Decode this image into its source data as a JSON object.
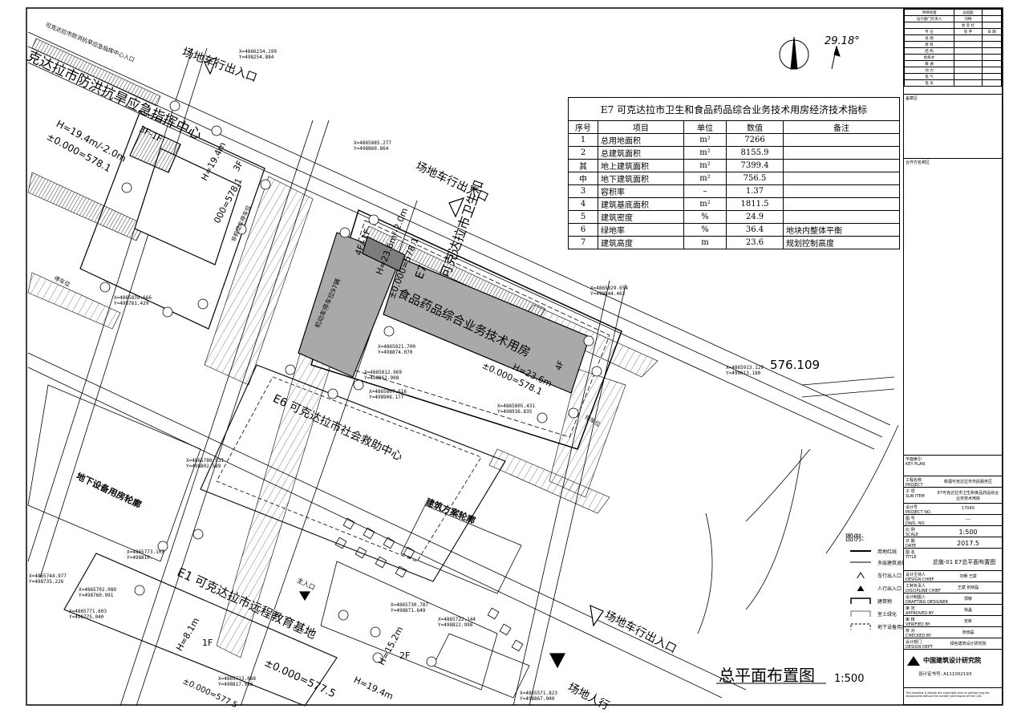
{
  "compass": {
    "angle": "29.18°"
  },
  "indicator_table": {
    "title": "E7 可克达拉市卫生和食品药品综合业务技术用房经济技术指标",
    "headers": [
      "序号",
      "项目",
      "单位",
      "数值",
      "备注"
    ],
    "rows": [
      [
        "1",
        "总用地面积",
        "m²",
        "7266",
        ""
      ],
      [
        "2",
        "总建筑面积",
        "m²",
        "8155.9",
        ""
      ],
      [
        "其",
        "地上建筑面积",
        "m²",
        "7399.4",
        ""
      ],
      [
        "中",
        "地下建筑面积",
        "m²",
        "756.5",
        ""
      ],
      [
        "3",
        "容积率",
        "–",
        "1.37",
        ""
      ],
      [
        "4",
        "建筑基底面积",
        "m²",
        "1811.5",
        ""
      ],
      [
        "5",
        "建筑密度",
        "%",
        "24.9",
        ""
      ],
      [
        "6",
        "绿地率",
        "%",
        "36.4",
        "地块内整体平衡"
      ],
      [
        "7",
        "建筑高度",
        "m",
        "23.6",
        "规划控制高度"
      ]
    ]
  },
  "plan_labels": {
    "entrance_1": "场地车行出入口",
    "entrance_2": "场地车行出入口",
    "entrance_3": "场地车行出入口",
    "entrance_4": "场地人行",
    "bldg_flood": "克达拉市防洪抗旱应急指挥中心",
    "bldg_flood_top": "可克达拉市防洪抗旱应急指挥中心入口",
    "bldg_flood_floors": "3F-1F",
    "bldg_flood_h": "H=19.4m/-2.0m",
    "bldg_flood_level": "±0.000=578.1",
    "bldg_flood_3f": "3F",
    "bldg_flood_h2": "H=19.4m",
    "bldg_flood_level2": "000=578.1",
    "e7_name_1": "可克达拉市卫生和",
    "e7_name_2": "食品药品综合业务技术用房",
    "e7_code": "E7",
    "e7_floors": "4F/-1F",
    "e7_h": "H=23.6m/-2.0m",
    "e7_level": "±0.000=578.1",
    "e7_4f": "4F",
    "e7_h2": "H=23.6m",
    "e7_level2": "±0.000=578.1",
    "e7_parking": "机动车停车位97辆",
    "e6_name": "E6 可克达拉市社会救助中心",
    "e1_name": "E1 可克达拉市远程教育基地",
    "e1_floors": "1F",
    "e1_h": "H=8.1m",
    "e1_level": "±0.000=577.5",
    "e1_level2": "±0.000=577.5",
    "e1_2f": "2F",
    "e1_h2": "H=15.2m",
    "e1_h3": "H=19.4m",
    "underground": "地下设备用房轮廓",
    "build_outline": "建筑方案轮廓",
    "main_entry": "主入口",
    "elev": "576.109",
    "bike": "停车位",
    "bike2": "非机动车停车位",
    "parking1": "停车位"
  },
  "coords": [
    "X=4865885.277\nY=498860.864",
    "X=4865829.654\nY=498844.462",
    "X=4865913.129\nY=499013.180",
    "X=4865805.431\nY=498936.835",
    "X=4865821.700\nY=498874.070",
    "X=4865812.969\nY=498862.908",
    "X=4865807.616\nY=498906.177",
    "X=4865839.666\nY=498781.429",
    "X=4865780.931\nY=498802.589",
    "X=4865730.787\nY=498871.649",
    "X=4865722.144\nY=498822.998",
    "X=4865713.088\nY=498817.916",
    "X=4865773.107\nY=498810.",
    "X=4865771.603\nY=498775.040",
    "X=4865702.080\nY=498760.991",
    "X=4865744.977\nY=498735.226",
    "X=4866234.199\nY=498254.884",
    "X=4865571.823\nY=498867.900"
  ],
  "drawing_title": {
    "text": "总平面布置图",
    "scale": "1:500"
  },
  "legend": {
    "title": "图例:",
    "items": [
      "用地红线",
      "多层建筑退线",
      "车行出入口",
      "人行出入口",
      "建筑物",
      "室土绿化",
      "地下设备用房"
    ]
  },
  "title_block": {
    "top_rows": [
      [
        "项目经理",
        "吴超超",
        ""
      ],
      [
        "设计部门负责人",
        "刘畅",
        ""
      ],
      [
        "",
        "会 签 栏",
        ""
      ],
      [
        "专 业",
        "签 字",
        "日 期"
      ],
      [
        "总 图",
        "",
        ""
      ],
      [
        "建 筑",
        "",
        ""
      ],
      [
        "结 构",
        "",
        ""
      ],
      [
        "给排水",
        "",
        ""
      ],
      [
        "暖 通",
        "",
        ""
      ],
      [
        "动 力",
        "",
        ""
      ],
      [
        "电 气",
        "",
        ""
      ],
      [
        "电 讯",
        "",
        ""
      ]
    ],
    "approval": "盖章区",
    "partner": "合作方名称区",
    "key_plan": "平面索引\nKEY PLAN",
    "project_k": "工程名称\nPROJECT",
    "project_v": "新疆可克达拉市市民服务区",
    "sub_k": "子 项\nSUB ITEM",
    "sub_v": "E7可克达拉市卫生和食品药品综合业务技术用房",
    "no_k": "设计号\nPROJECT NO.",
    "no_v": "17040",
    "dwg_k": "图 号\nDWG. NO",
    "dwg_v": "----",
    "scale_k": "比 例\nSCALE",
    "scale_v": "1:500",
    "date_k": "日 期\nDATE",
    "date_v": "2017.5",
    "title_k": "图 名\nTITLE",
    "title_v": "总施-01 E7总平面布置图",
    "chief_k": "设计主持人\nDESIGN CHIEF",
    "chief_v": "刘畅 王斌",
    "disc_k": "工种负责人\nDISCIPLINE CHIEF",
    "disc_v": "王斌 张晓磊",
    "draft_k": "设计制图人\nDRAFTING DESIGNER",
    "draft_v": "郭敏",
    "appr_k": "审 定\nAPPROVED BY",
    "appr_v": "徐晶",
    "ver_k": "审 核\nVERIFIED BY",
    "ver_v": "安新",
    "chk_k": "校 对\nCHECKED BY",
    "chk_v": "张晓磊",
    "dept_k": "设计部门\nDESIGN DEPT",
    "dept_v": "绿色建筑设计研究院",
    "company": "中国建筑设计研究院",
    "cert": "设计证书号: A111002193",
    "footer": "This drawing & design are copyright and no portion may be reproduced without the written permission of the CAG"
  }
}
